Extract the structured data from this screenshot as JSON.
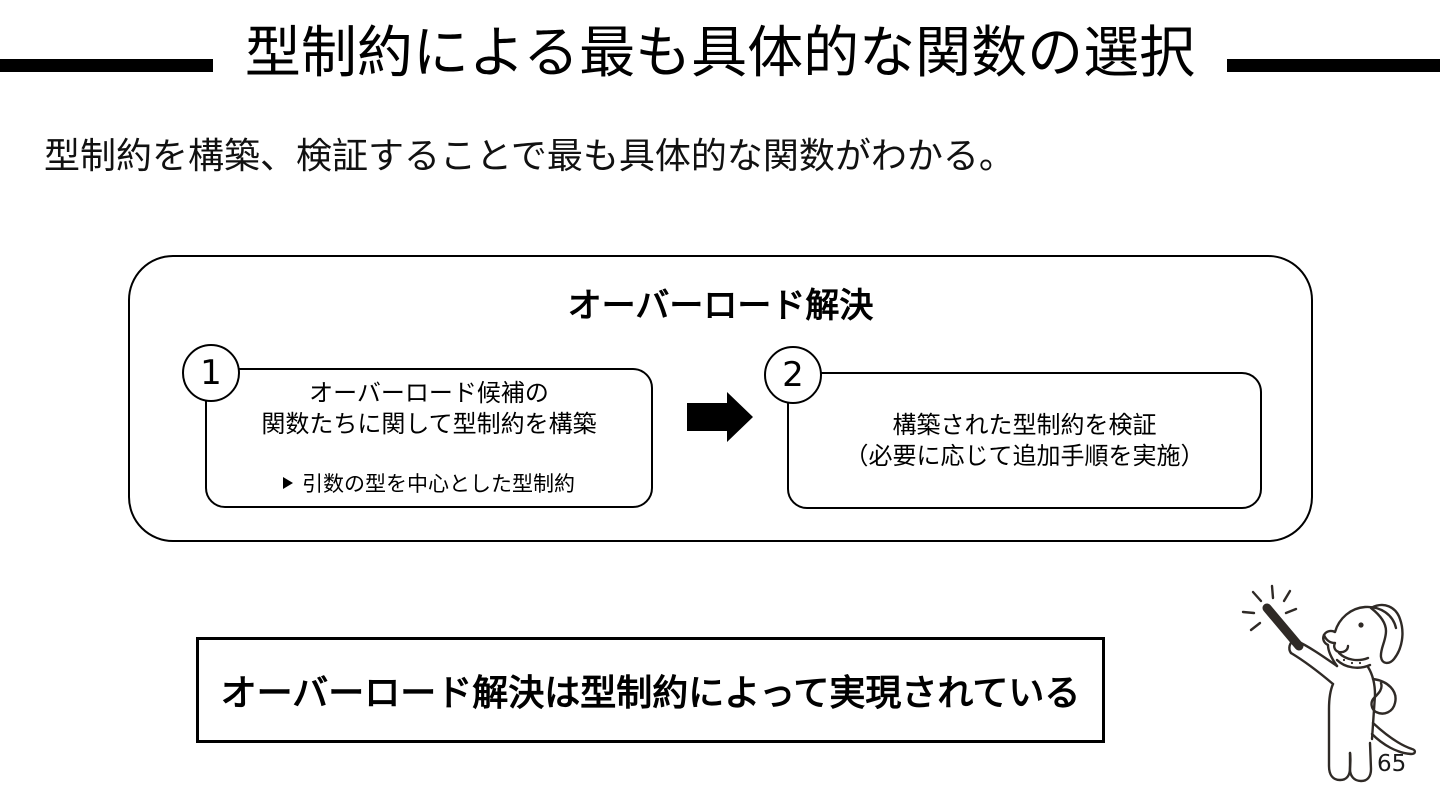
{
  "slide": {
    "title": "型制約による最も具体的な関数の選択",
    "lead": "型制約を構築、検証することで最も具体的な関数がわかる。",
    "page_number": "65"
  },
  "overload_diagram": {
    "heading": "オーバーロード解決",
    "step1": {
      "number": "1",
      "line1": "オーバーロード候補の",
      "line2": "関数たちに関して型制約を構築",
      "bullet": "引数の型を中心とした型制約"
    },
    "arrow_icon": "black-right-arrow",
    "step2": {
      "number": "2",
      "line1": "構築された型制約を検証",
      "line2": "（必要に応じて追加手順を実施）"
    }
  },
  "conclusion": {
    "text": "オーバーロード解決は型制約によって実現されている"
  },
  "decor": {
    "dog_illustration": "dog-with-magic-wand",
    "sparkles": "sparkle-lines"
  },
  "colors": {
    "ink": "#000000",
    "background": "#ffffff",
    "dog_line": "#2f2a26"
  }
}
